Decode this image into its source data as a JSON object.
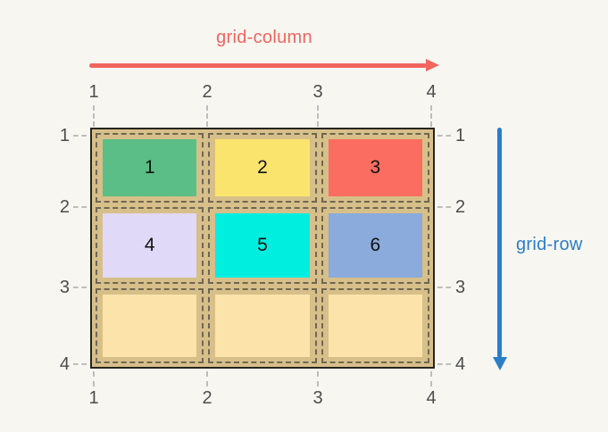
{
  "labels": {
    "grid_column": "grid-column",
    "grid_row": "grid-row"
  },
  "colors": {
    "page_background": "#F7F6F1",
    "column_accent": "#F2645C",
    "row_accent": "#2A7EC8",
    "grid_background": "#D7BF8A",
    "grid_border": "#26241F",
    "track_dash": "#6F6753",
    "empty_cell_fill": "#FBE3A9",
    "axis_number_color": "#4D4D4D",
    "tick_color": "#BDBDBD",
    "item_number_color": "#111111"
  },
  "column_line_numbers": {
    "top": [
      "1",
      "2",
      "3",
      "4"
    ],
    "bottom": [
      "1",
      "2",
      "3",
      "4"
    ]
  },
  "row_line_numbers": {
    "left": [
      "1",
      "2",
      "3",
      "4"
    ],
    "right": [
      "1",
      "2",
      "3",
      "4"
    ]
  },
  "grid": {
    "columns": 3,
    "rows": 3,
    "items": [
      {
        "label": "1",
        "color": "#5BBE86"
      },
      {
        "label": "2",
        "color": "#FBE46E"
      },
      {
        "label": "3",
        "color": "#FA6D60"
      },
      {
        "label": "4",
        "color": "#E0D9F7"
      },
      {
        "label": "5",
        "color": "#00EEE0"
      },
      {
        "label": "6",
        "color": "#8AABDB"
      }
    ],
    "empty_cells": 3
  }
}
